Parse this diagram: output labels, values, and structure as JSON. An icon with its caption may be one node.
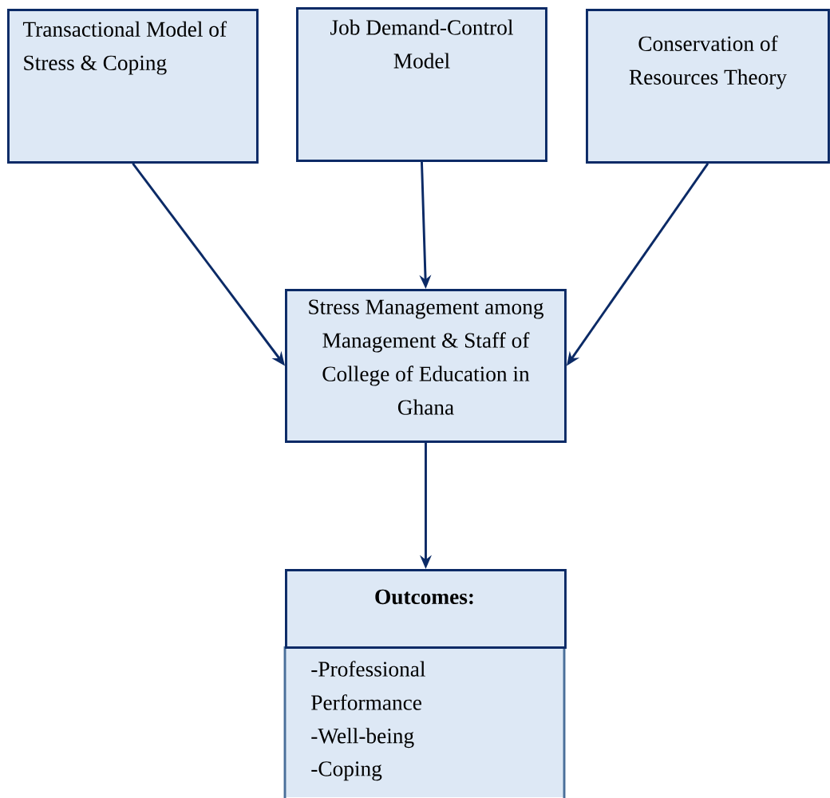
{
  "diagram": {
    "nodes": [
      {
        "text": [
          "Transactional Model of Stress & Coping"
        ]
      },
      {
        "text": [
          "Job Demand-Control Model"
        ]
      },
      {
        "text": [
          "Conservation of Resources Theory"
        ]
      },
      {
        "text": [
          "Stress Management among Management & Staff of College of Education in Ghana"
        ]
      },
      {
        "text": [
          "Outcomes:",
          "-Professional Performance",
          "-Well-being",
          "-Coping"
        ]
      }
    ],
    "edges": [
      {
        "from": 0,
        "to": 3,
        "arrow": "to"
      },
      {
        "from": 1,
        "to": 3,
        "arrow": "to"
      },
      {
        "from": 2,
        "to": 3,
        "arrow": "to"
      },
      {
        "from": 3,
        "to": 4,
        "arrow": "to"
      }
    ]
  }
}
